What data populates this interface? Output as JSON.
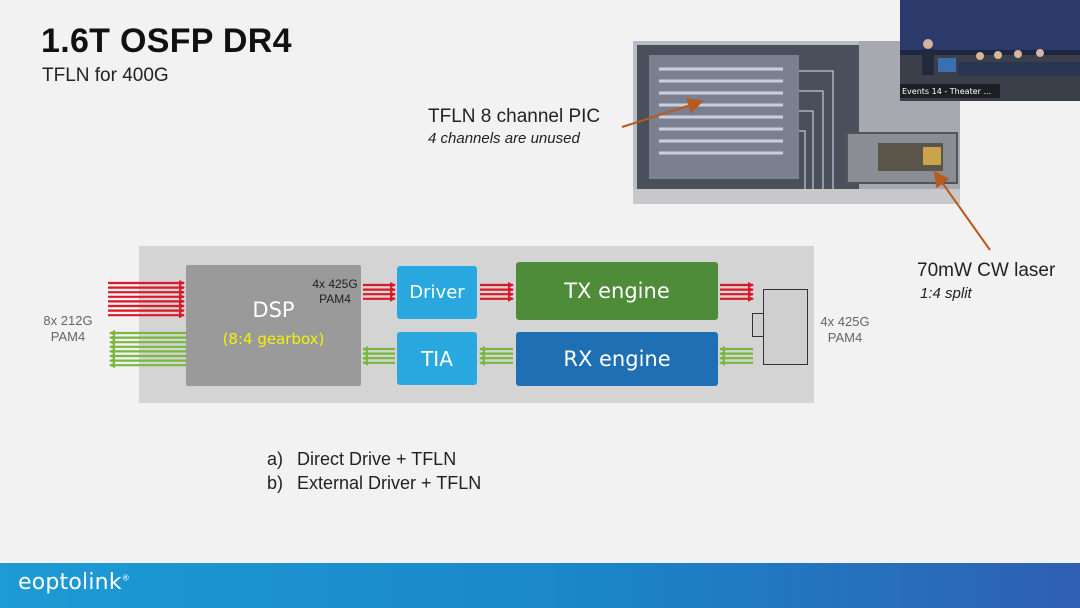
{
  "slide": {
    "title": "1.6T OSFP DR4",
    "subtitle": "TFLN for 400G"
  },
  "annotations": {
    "pic_label": "TFLN 8 channel PIC",
    "pic_sub": "4 channels are unused",
    "laser_label": "70mW CW laser",
    "laser_sub": "1:4 split"
  },
  "diagram": {
    "input_label": "8x 212G PAM4",
    "mid_label": "4x 425G PAM4",
    "output_label": "4x 425G PAM4",
    "dsp_label": "DSP",
    "dsp_sub": "(8:4 gearbox)",
    "driver_label": "Driver",
    "tia_label": "TIA",
    "tx_label": "TX engine",
    "rx_label": "RX engine"
  },
  "options": [
    {
      "key": "a)",
      "text": "Direct Drive + TFLN"
    },
    {
      "key": "b)",
      "text": "External Driver + TFLN"
    }
  ],
  "footer": {
    "logo": "eoptolink"
  },
  "video": {
    "caption": "Events 14 - Theater ..."
  },
  "colors": {
    "tx_arrow": "#d8192a",
    "rx_arrow": "#79b83d",
    "tx_engine": "#4e8c3a",
    "rx_engine": "#1f6fb4",
    "driver_tia": "#29a8df",
    "footer": "#1d9bd4"
  }
}
